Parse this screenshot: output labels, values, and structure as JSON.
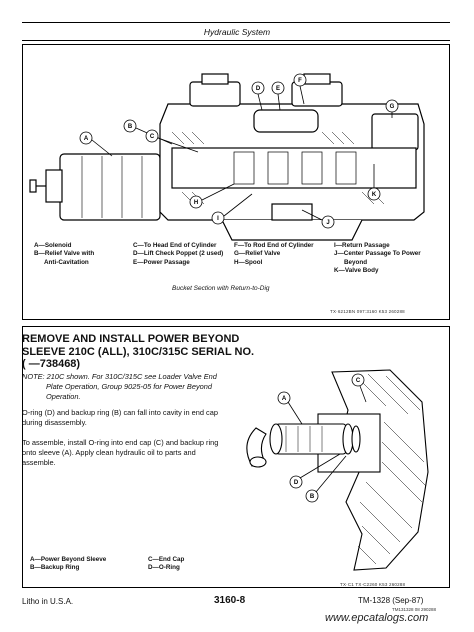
{
  "header": {
    "title": "Hydraulic System"
  },
  "top_figure": {
    "callouts": [
      "A",
      "B",
      "C",
      "D",
      "E",
      "F",
      "G",
      "H",
      "I",
      "J",
      "K"
    ],
    "legend": {
      "col1": [
        "A—Solenoid",
        "B—Relief Valve with",
        "Anti-Cavitation"
      ],
      "col2": [
        "C—To Head End of Cylinder",
        "D—Lift Check Poppet (2 used)",
        "E—Power Passage"
      ],
      "col3": [
        "F—To Rod End of Cylinder",
        "G—Relief Valve",
        "H—Spool"
      ],
      "col4": [
        "I—Return Passage",
        "J—Center Passage To Power",
        "Beyond",
        "K—Valve Body"
      ]
    },
    "caption": "Bucket Section with Return-to-Dig",
    "code": "TX·6212BN  097:3160  K53  260288"
  },
  "section": {
    "title_line1": "REMOVE AND INSTALL POWER BEYOND",
    "title_line2": "SLEEVE 210C (ALL), 310C/315C SERIAL NO.",
    "title_line3": "(        —738468)",
    "note_lines": [
      "NOTE: 210C shown. For 310C/315C see Loader Valve End",
      "Plate Operation, Group 9025-05 for Power Beyond",
      "Operation."
    ],
    "para1_lines": [
      "O-ring (D) and backup ring (B) can fall into cavity in end cap",
      "during disassembly."
    ],
    "para2_lines": [
      "To assemble, install O-ring into end cap (C) and backup ring",
      "onto sleeve (A). Apply clean hydraulic oil to parts and",
      "assemble."
    ],
    "legend": {
      "col1": [
        "A—Power Beyond Sleeve",
        "B—Backup Ring"
      ],
      "col2": [
        "C—End Cap",
        "D—O-Ring"
      ]
    },
    "figure_callouts": [
      "A",
      "B",
      "C",
      "D"
    ],
    "figure_code": "TX·C1  TX·C2260  K53  260288"
  },
  "footer": {
    "left": "Litho in U.S.A.",
    "page": "3160-8",
    "right": "TM-1328 (Sep-87)",
    "code": "TM131328  08  290288",
    "watermark": "www.epcatalogs.com"
  }
}
